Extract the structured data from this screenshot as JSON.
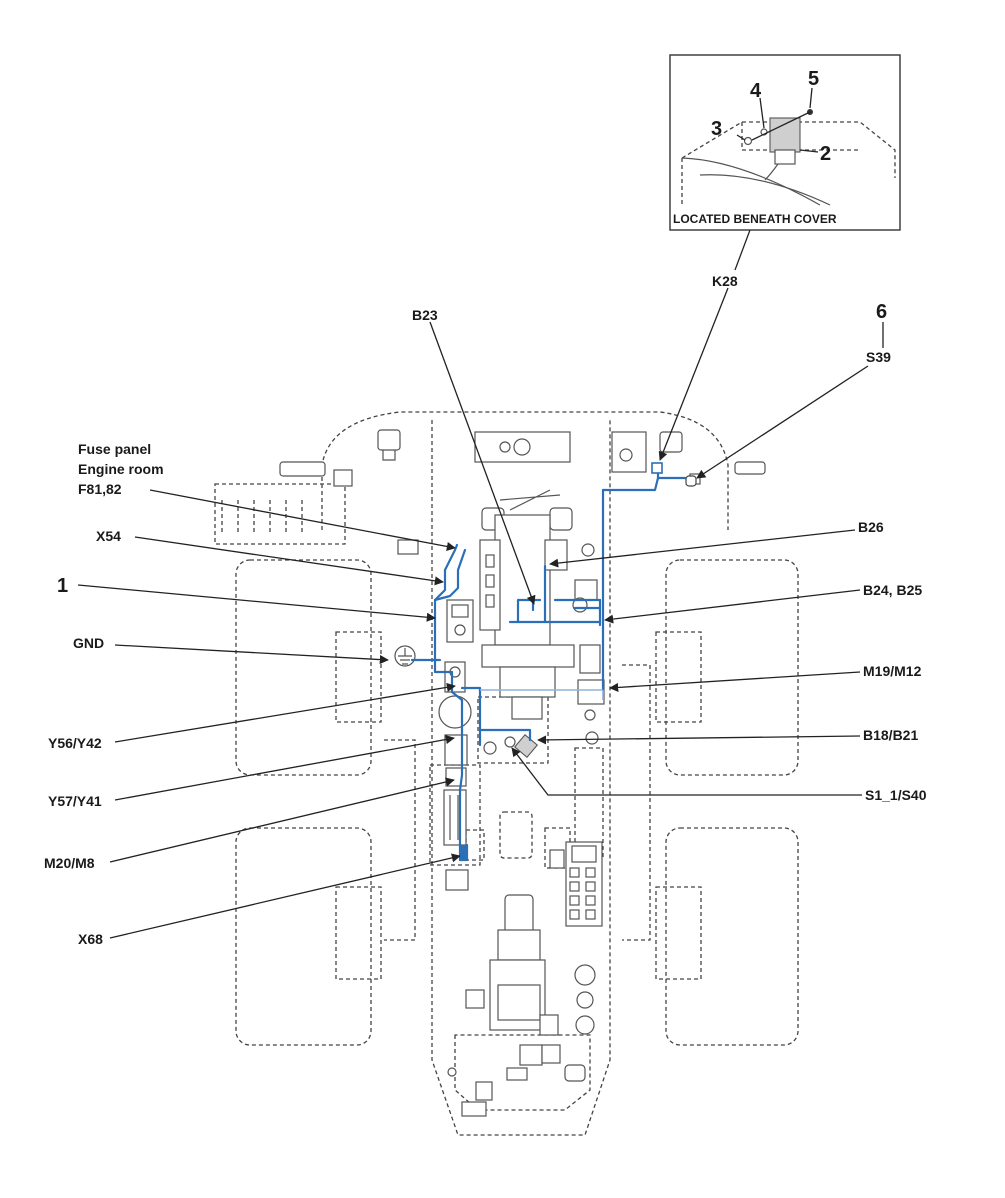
{
  "inset": {
    "caption": "LOCATED BENEATH COVER",
    "numbers": [
      "2",
      "3",
      "4",
      "5"
    ]
  },
  "labels": {
    "k28": "K28",
    "b23": "B23",
    "six": "6",
    "s39": "S39",
    "fuse_line1": "Fuse panel",
    "fuse_line2": "Engine room",
    "fuse_line3": "F81,82",
    "x54": "X54",
    "one": "1",
    "gnd": "GND",
    "y56": "Y56/Y42",
    "y57": "Y57/Y41",
    "m20": "M20/M8",
    "x68": "X68",
    "b26": "B26",
    "b24": "B24, B25",
    "m19": "M19/M12",
    "b18": "B18/B21",
    "s1": "S1_1/S40"
  },
  "colors": {
    "harness": "#2a6fb8",
    "harness_light": "#8db3dc"
  }
}
